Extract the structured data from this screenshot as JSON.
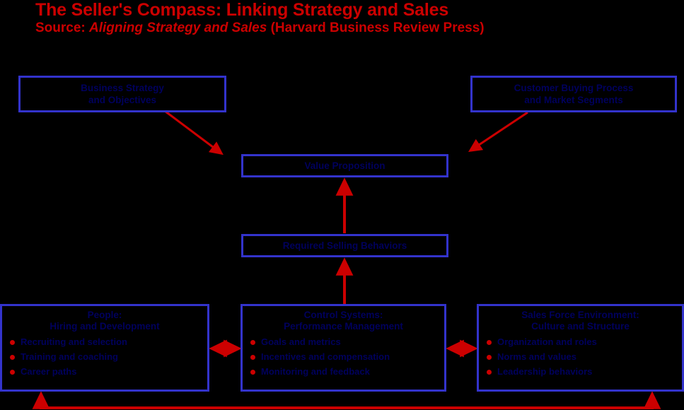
{
  "title": {
    "main": "The Seller's Compass: Linking Strategy and Sales",
    "source_prefix": "Source: ",
    "source_book": "Aligning Strategy and Sales",
    "source_suffix": " (Harvard Business Review Press)"
  },
  "colors": {
    "background": "#000000",
    "title_red": "#cc0000",
    "box_border_blue": "#3333cc",
    "box_text_navy": "#00005c",
    "arrow_red": "#cc0000"
  },
  "boxes": {
    "strategy": {
      "id": "box-strategy",
      "label": "Business Strategy\nand Objectives"
    },
    "market": {
      "id": "box-market",
      "label": "Customer Buying Process\nand Market Segments"
    },
    "value": {
      "id": "box-value",
      "label": "Value Proposition"
    },
    "sales_tasks": {
      "id": "box-sales-tasks",
      "label": "Required Selling Behaviors"
    },
    "people": {
      "id": "box-people",
      "heading": "People:\nHiring and Development",
      "bullets": [
        "Recruiting and selection",
        "Training and coaching",
        "Career paths"
      ]
    },
    "control": {
      "id": "box-control",
      "heading": "Control Systems:\nPerformance Management",
      "bullets": [
        "Goals and metrics",
        "Incentives and compensation",
        "Monitoring and feedback"
      ]
    },
    "culture": {
      "id": "box-culture",
      "heading": "Sales Force Environment:\nCulture and Structure",
      "bullets": [
        "Organization and roles",
        "Norms and values",
        "Leadership behaviors"
      ]
    }
  },
  "connectors": [
    {
      "name": "strategy-to-value",
      "kind": "single-arrow",
      "from": "strategy",
      "to": "value"
    },
    {
      "name": "market-to-value",
      "kind": "single-arrow",
      "from": "market",
      "to": "value"
    },
    {
      "name": "selling-behaviors-to-value",
      "kind": "single-arrow",
      "from": "sales_tasks",
      "to": "value"
    },
    {
      "name": "control-to-selling-behaviors",
      "kind": "single-arrow",
      "from": "control",
      "to": "sales_tasks"
    },
    {
      "name": "people-to-control",
      "kind": "double-arrow",
      "from": "people",
      "to": "control"
    },
    {
      "name": "control-to-culture",
      "kind": "double-arrow",
      "from": "control",
      "to": "culture"
    },
    {
      "name": "feedback-loop",
      "kind": "double-ended-feedback",
      "from": "people",
      "to": "culture"
    }
  ]
}
